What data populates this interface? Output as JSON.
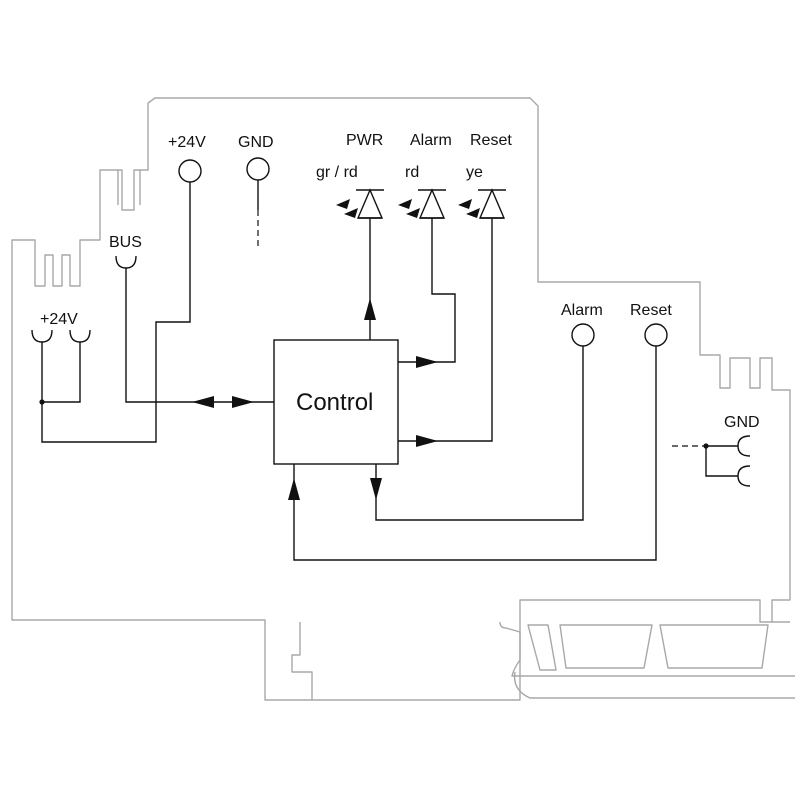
{
  "terminals": {
    "plus24v_top": "+24V",
    "gnd_top": "GND",
    "bus": "BUS",
    "plus24v_left": "+24V",
    "alarm_right": "Alarm",
    "reset_right": "Reset",
    "gnd_right": "GND"
  },
  "leds": {
    "pwr": {
      "name": "PWR",
      "color": "gr / rd"
    },
    "alarm": {
      "name": "Alarm",
      "color": "rd"
    },
    "reset": {
      "name": "Reset",
      "color": "ye"
    }
  },
  "control_block": {
    "label": "Control"
  }
}
